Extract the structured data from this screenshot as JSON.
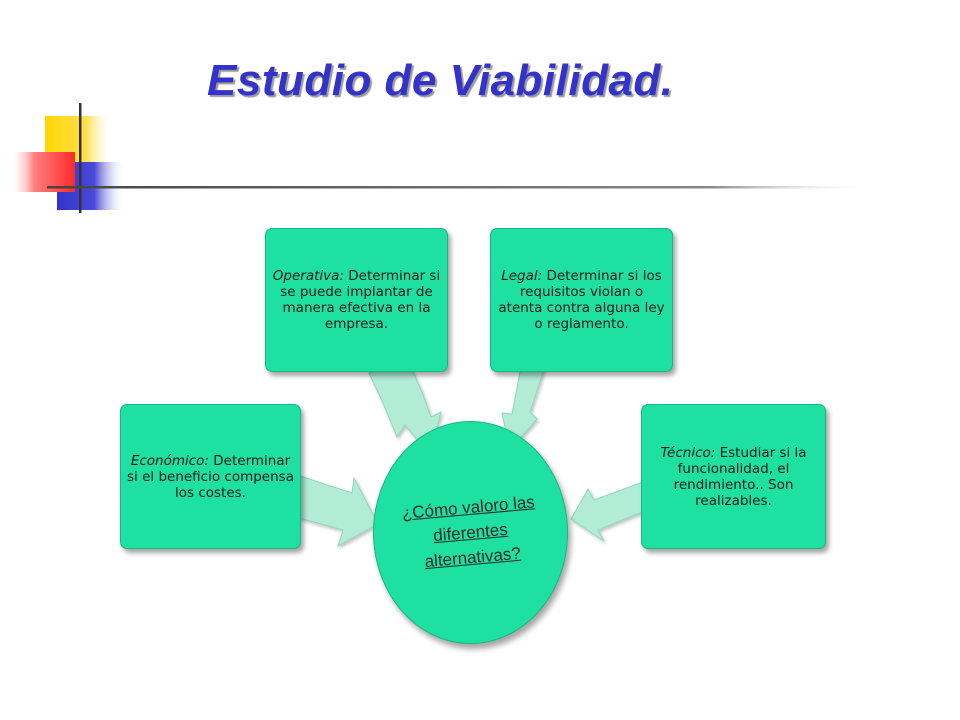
{
  "title": "Estudio de Viabilidad.",
  "center": {
    "text": "¿Cómo valoro las diferentes alternativas?"
  },
  "boxes": {
    "economico": {
      "label": "Económico:",
      "text": " Determinar si el beneficio compensa los costes."
    },
    "operativa": {
      "label": "Operativa:",
      "text": " Determinar si se puede implantar de manera efectiva en la empresa."
    },
    "legal": {
      "label": "Legal:",
      "text": " Determinar si los requisitos violan o atenta contra alguna ley o reglamento."
    },
    "tecnico": {
      "label": "Técnico:",
      "text": " Estudiar si la funcionalidad, el rendimiento.. Son realizables."
    }
  },
  "colors": {
    "node_fill": "#1ee0a0",
    "arrow_fill": "#b2ecd6",
    "title": "#3333cc",
    "deco_yellow": "#ffd700",
    "deco_red": "#ff3333",
    "deco_blue": "#3333cc"
  }
}
